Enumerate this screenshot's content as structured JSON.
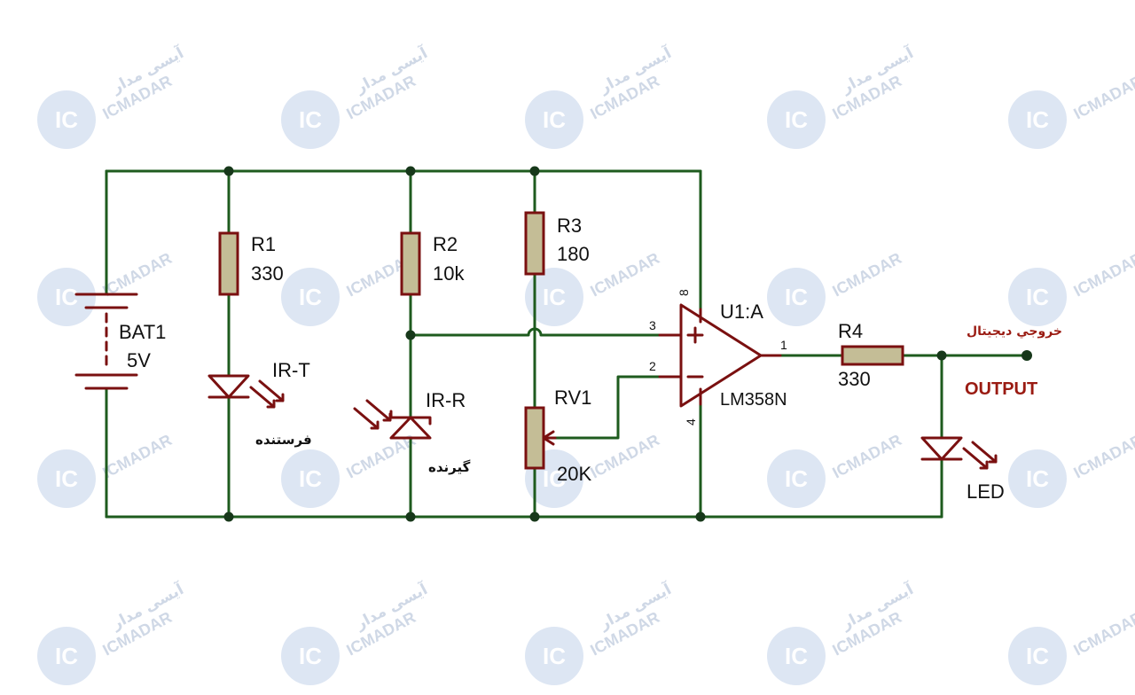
{
  "watermark": {
    "brand": "ICMADAR",
    "brand_fa": "آیسی مدار",
    "logo": "IC"
  },
  "components": {
    "bat1": {
      "name": "BAT1",
      "value": "5V"
    },
    "r1": {
      "name": "R1",
      "value": "330"
    },
    "r2": {
      "name": "R2",
      "value": "10k"
    },
    "r3": {
      "name": "R3",
      "value": "180"
    },
    "r4": {
      "name": "R4",
      "value": "330"
    },
    "rv1": {
      "name": "RV1",
      "value": "20K"
    },
    "ir_t": {
      "name": "IR-T",
      "label_fa": "فرستنده"
    },
    "ir_r": {
      "name": "IR-R",
      "label_fa": "گیرنده"
    },
    "u1": {
      "name": "U1:A",
      "part": "LM358N",
      "pin_plus": "3",
      "pin_minus": "2",
      "pin_out": "1",
      "pin_vcc": "8",
      "pin_gnd": "4"
    },
    "led": {
      "name": "LED"
    }
  },
  "output": {
    "label_fa": "خروجي ديجيتال",
    "label_en": "OUTPUT"
  },
  "colors": {
    "wire": "#1e5b1e",
    "component": "#7a1010",
    "resistor_fill": "#c4bd96",
    "output_text": "#9a1b12",
    "watermark": "#cfd8e6"
  }
}
